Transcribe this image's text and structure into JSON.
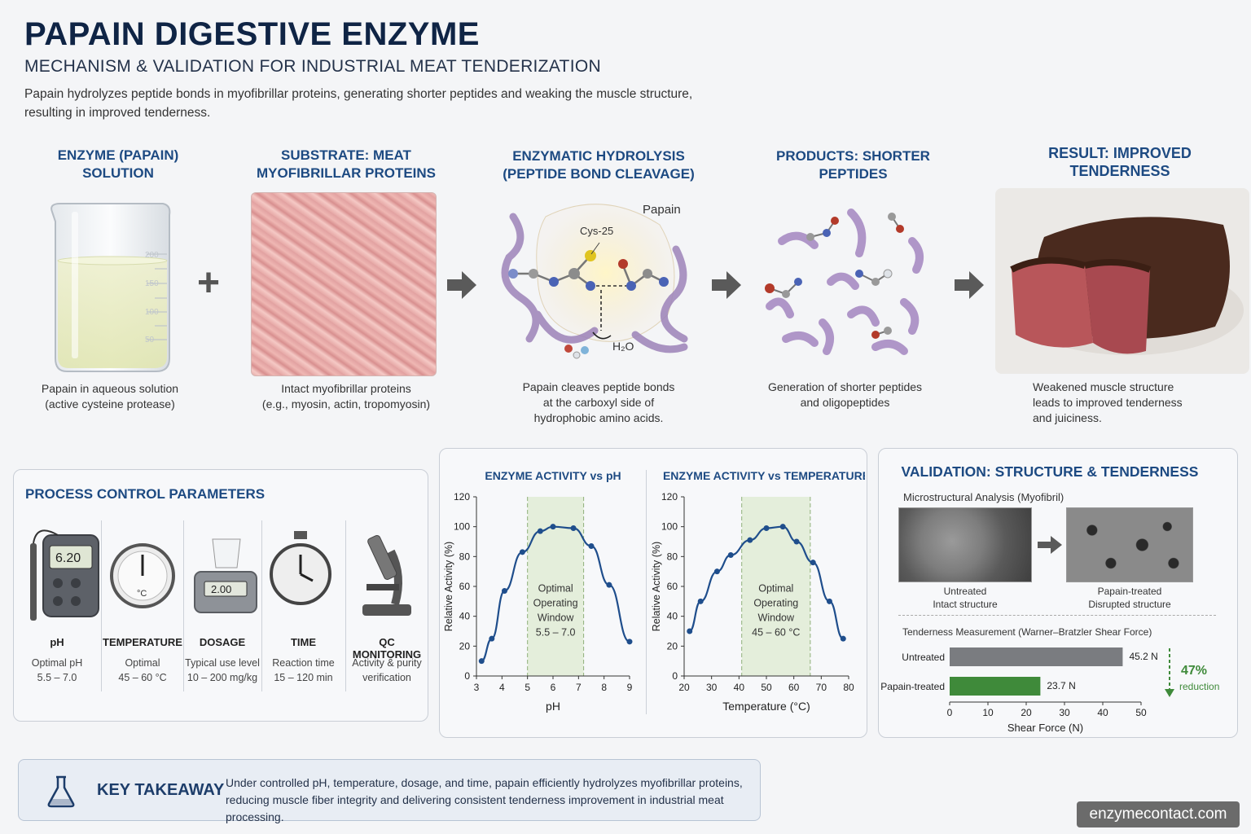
{
  "header": {
    "title": "PAPAIN DIGESTIVE ENZYME",
    "subtitle": "MECHANISM & VALIDATION FOR INDUSTRIAL MEAT TENDERIZATION",
    "intro": "Papain hydrolyzes peptide bonds in myofibrillar proteins, generating shorter peptides and weaking the muscle structure, resulting in improved tenderness."
  },
  "steps": [
    {
      "title": "ENZYME (PAPAIN) SOLUTION",
      "caption": "Papain in aqueous solution\n(active cysteine protease)"
    },
    {
      "title": "SUBSTRATE: MEAT\nMYOFIBRILLAR PROTEINS",
      "caption": "Intact myofibrillar proteins\n(e.g., myosin, actin, tropomyosin)"
    },
    {
      "title": "ENZYMATIC HYDROLYSIS\n(PEPTIDE BOND CLEAVAGE)",
      "caption": "Papain cleaves peptide bonds\nat the carboxyl side of\nhydrophobic amino acids."
    },
    {
      "title": "PRODUCTS: SHORTER\nPEPTIDES",
      "caption": "Generation of shorter peptides\nand oligopeptides"
    },
    {
      "title": "RESULT: IMPROVED\nTENDERNESS",
      "caption": "Weakened muscle structure\nleads to improved tenderness\nand juiciness."
    }
  ],
  "beaker_marks": [
    "200",
    "150",
    "100",
    "50"
  ],
  "hydrolysis_labels": {
    "enzyme": "Papain",
    "site": "Cys-25",
    "water": "H₂O"
  },
  "process": {
    "title": "PROCESS CONTROL PARAMETERS",
    "meter_reading": "6.20",
    "scale_reading": "2.00",
    "thermo_unit": "°C",
    "params": [
      {
        "name": "pH",
        "desc": "Optimal pH\n5.5 – 7.0"
      },
      {
        "name": "TEMPERATURE",
        "desc": "Optimal\n45 – 60 °C"
      },
      {
        "name": "DOSAGE",
        "desc": "Typical use level\n10 – 200 mg/kg"
      },
      {
        "name": "TIME",
        "desc": "Reaction time\n15 – 120 min"
      },
      {
        "name": "QC MONITORING",
        "desc": "Activity & purity\nverification"
      }
    ]
  },
  "chart_data": [
    {
      "type": "line",
      "title": "ENZYME ACTIVITY vs pH",
      "xlabel": "pH",
      "ylabel": "Relative Activity (%)",
      "xlim": [
        3,
        9
      ],
      "ylim": [
        0,
        120
      ],
      "xticks": [
        3,
        4,
        5,
        6,
        7,
        8,
        9
      ],
      "yticks": [
        0,
        20,
        40,
        60,
        80,
        100,
        120
      ],
      "x": [
        3.2,
        3.6,
        4.1,
        4.8,
        5.5,
        6.0,
        6.8,
        7.5,
        8.2,
        9.0
      ],
      "y": [
        10,
        25,
        57,
        83,
        97,
        100,
        99,
        87,
        61,
        23
      ],
      "window": {
        "from": 5.0,
        "to": 7.2,
        "label": [
          "Optimal",
          "Operating",
          "Window",
          "5.5 – 7.0"
        ]
      },
      "color": "#1f4e8c"
    },
    {
      "type": "line",
      "title": "ENZYME ACTIVITY vs TEMPERATURE",
      "xlabel": "Temperature (°C)",
      "ylabel": "Relative Activity (%)",
      "xlim": [
        20,
        80
      ],
      "ylim": [
        0,
        120
      ],
      "xticks": [
        20,
        30,
        40,
        50,
        60,
        70,
        80
      ],
      "yticks": [
        0,
        20,
        40,
        60,
        80,
        100,
        120
      ],
      "x": [
        22,
        26,
        32,
        37,
        44,
        50,
        56,
        61,
        67,
        73,
        78
      ],
      "y": [
        30,
        50,
        70,
        81,
        91,
        99,
        100,
        90,
        76,
        50,
        25
      ],
      "window": {
        "from": 41,
        "to": 66,
        "label": [
          "Optimal",
          "Operating",
          "Window",
          "45 – 60 °C"
        ]
      },
      "color": "#1f4e8c"
    },
    {
      "type": "bar",
      "orientation": "horizontal",
      "title": "Tenderness Measurement (Warner–Bratzler Shear Force)",
      "xlabel": "Shear Force (N)",
      "xlim": [
        0,
        50
      ],
      "xticks": [
        0,
        10,
        20,
        30,
        40,
        50
      ],
      "categories": [
        "Untreated",
        "Papain-treated"
      ],
      "values": [
        45.2,
        23.7
      ],
      "value_labels": [
        "45.2 N",
        "23.7 N"
      ],
      "colors": [
        "#7a7c80",
        "#3f8a3a"
      ],
      "annotation": {
        "value": "47%",
        "text": "reduction"
      }
    }
  ],
  "validation": {
    "title": "VALIDATION: STRUCTURE & TENDERNESS",
    "micro_title": "Microstructural Analysis (Myofibril)",
    "untreated": [
      "Untreated",
      "Intact structure"
    ],
    "treated": [
      "Papain-treated",
      "Disrupted structure"
    ]
  },
  "takeaway": {
    "title": "KEY TAKEAWAY",
    "text": "Under controlled pH, temperature, dosage, and time, papain efficiently hydrolyzes myofibrillar proteins, reducing muscle fiber integrity and delivering consistent tenderness improvement in industrial meat processing."
  },
  "watermark": "enzymecontact.com"
}
